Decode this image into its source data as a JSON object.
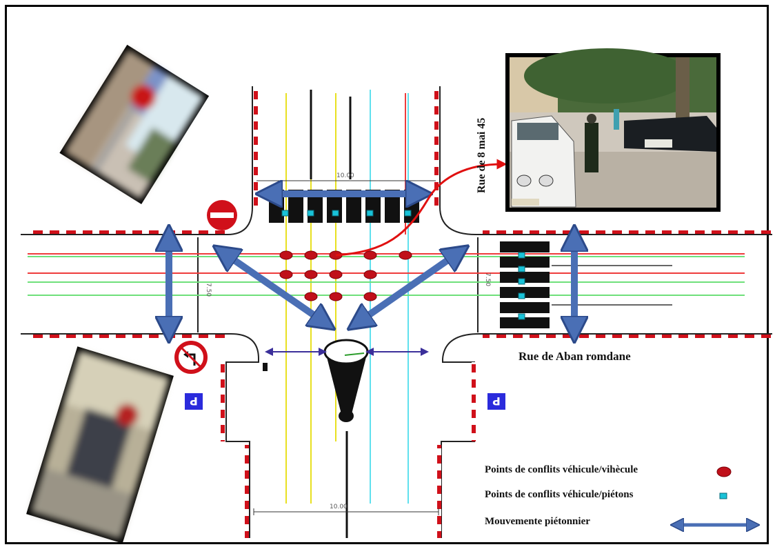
{
  "labels": {
    "street_horizontal": "Rue de Aban romdane",
    "street_vertical": "Rue de 8 mai 45",
    "dim_top": "10.00",
    "dim_bottom": "10.00",
    "dim_left": "7.50",
    "dim_right": "7.50"
  },
  "legend": [
    {
      "text": "Points de conflits véhicule/vihècule",
      "symbol": "red-oval"
    },
    {
      "text": "Points de conflits véhicule/piétons",
      "symbol": "cyan-square"
    },
    {
      "text": "Mouvemente piétonnier",
      "symbol": "blue-double-arrow"
    }
  ],
  "icons": {
    "no_entry_sign": "no-entry-sign-icon",
    "no_left_turn_sign": "no-left-turn-sign-icon",
    "parking_sign": "P"
  },
  "colors": {
    "conflict_vehicle": "#c0101a",
    "conflict_pedestrian": "#19c2d8",
    "pedestrian_arrow": "#4a6fb5",
    "curb_red": "#d0101a",
    "lane_green": "#6ee07a",
    "lane_red": "#ee3b3b",
    "lane_yellow": "#e8e020",
    "lane_cyan": "#5fe0ee"
  }
}
